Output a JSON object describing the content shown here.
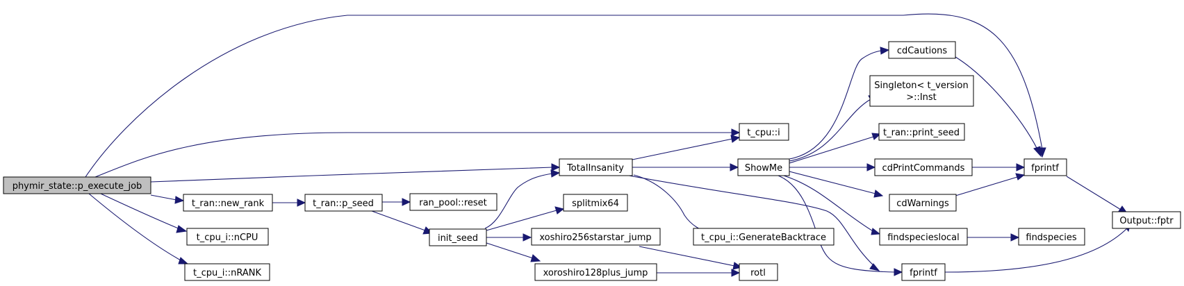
{
  "nodes": {
    "root": "phymir_state::p_execute_job",
    "new_rank": "t_ran::new_rank",
    "nCPU": "t_cpu_i::nCPU",
    "nRANK": "t_cpu_i::nRANK",
    "p_seed": "t_ran::p_seed",
    "pool_reset": "ran_pool::reset",
    "init_seed": "init_seed",
    "splitmix64": "splitmix64",
    "xoshiro256": "xoshiro256starstar_jump",
    "xoroshiro128": "xoroshiro128plus_jump",
    "rotl": "rotl",
    "TotalInsanity": "TotalInsanity",
    "cpu_i": "t_cpu::i",
    "ShowMe": "ShowMe",
    "GenerateBacktrace": "t_cpu_i::GenerateBacktrace",
    "cdCautions": "cdCautions",
    "singleton_line1": "Singleton< t_version",
    "singleton_line2": ">::Inst",
    "print_seed": "t_ran::print_seed",
    "cdPrintCommands": "cdPrintCommands",
    "cdWarnings": "cdWarnings",
    "findspecieslocal": "findspecieslocal",
    "findspecies": "findspecies",
    "fprintf_a": "fprintf",
    "fprintf_b": "fprintf",
    "fptr": "Output::fptr"
  },
  "colors": {
    "edge": "#191970",
    "root_fill": "#bfbfbf",
    "node_fill": "#ffffff",
    "border": "#000000"
  }
}
